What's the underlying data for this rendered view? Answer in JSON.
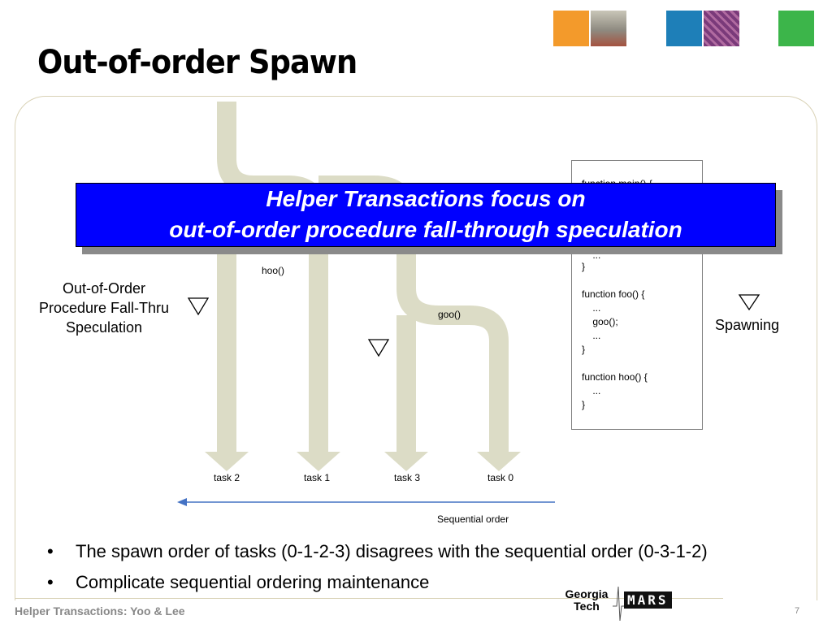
{
  "slide": {
    "title": "Out-of-order Spawn",
    "banner": {
      "line1": "Helper Transactions focus on",
      "line2": "out-of-order procedure fall-through speculation"
    },
    "left_label": [
      "Out-of-Order",
      "Procedure Fall-Thru",
      "Speculation"
    ],
    "right_label": "Spawning",
    "call_labels": {
      "hoo": "hoo()",
      "goo": "goo()"
    },
    "tasks": [
      "task 2",
      "task 1",
      "task 3",
      "task 0"
    ],
    "sequential_order_label": "Sequential order",
    "code_lines": [
      "function main() {",
      "}",
      "",
      "function foo() {",
      "    ...",
      "    goo();",
      "    ...",
      "}",
      "",
      "function hoo() {",
      "    ...",
      "}"
    ],
    "code_partial_line": "    ...",
    "bullets": [
      "The spawn order of tasks (0-1-2-3) disagrees with the sequential order (0-3-1-2)",
      "Complicate sequential ordering maintenance"
    ],
    "bullet_glyph": "•",
    "footer": "Helper Transactions: Yoo & Lee",
    "page_number": "7",
    "logo": {
      "line1": "Georgia",
      "line2": "Tech",
      "mars": "MARS"
    }
  },
  "colors": {
    "arrow_fill": "#dcdcc6",
    "banner_bg": "#0000ff",
    "seq_arrow": "#4472c4",
    "squares": [
      "#f39a2b",
      "#8a8a8a",
      "#1e7fb8",
      "#7a3a7a",
      "#3cb54a"
    ]
  }
}
